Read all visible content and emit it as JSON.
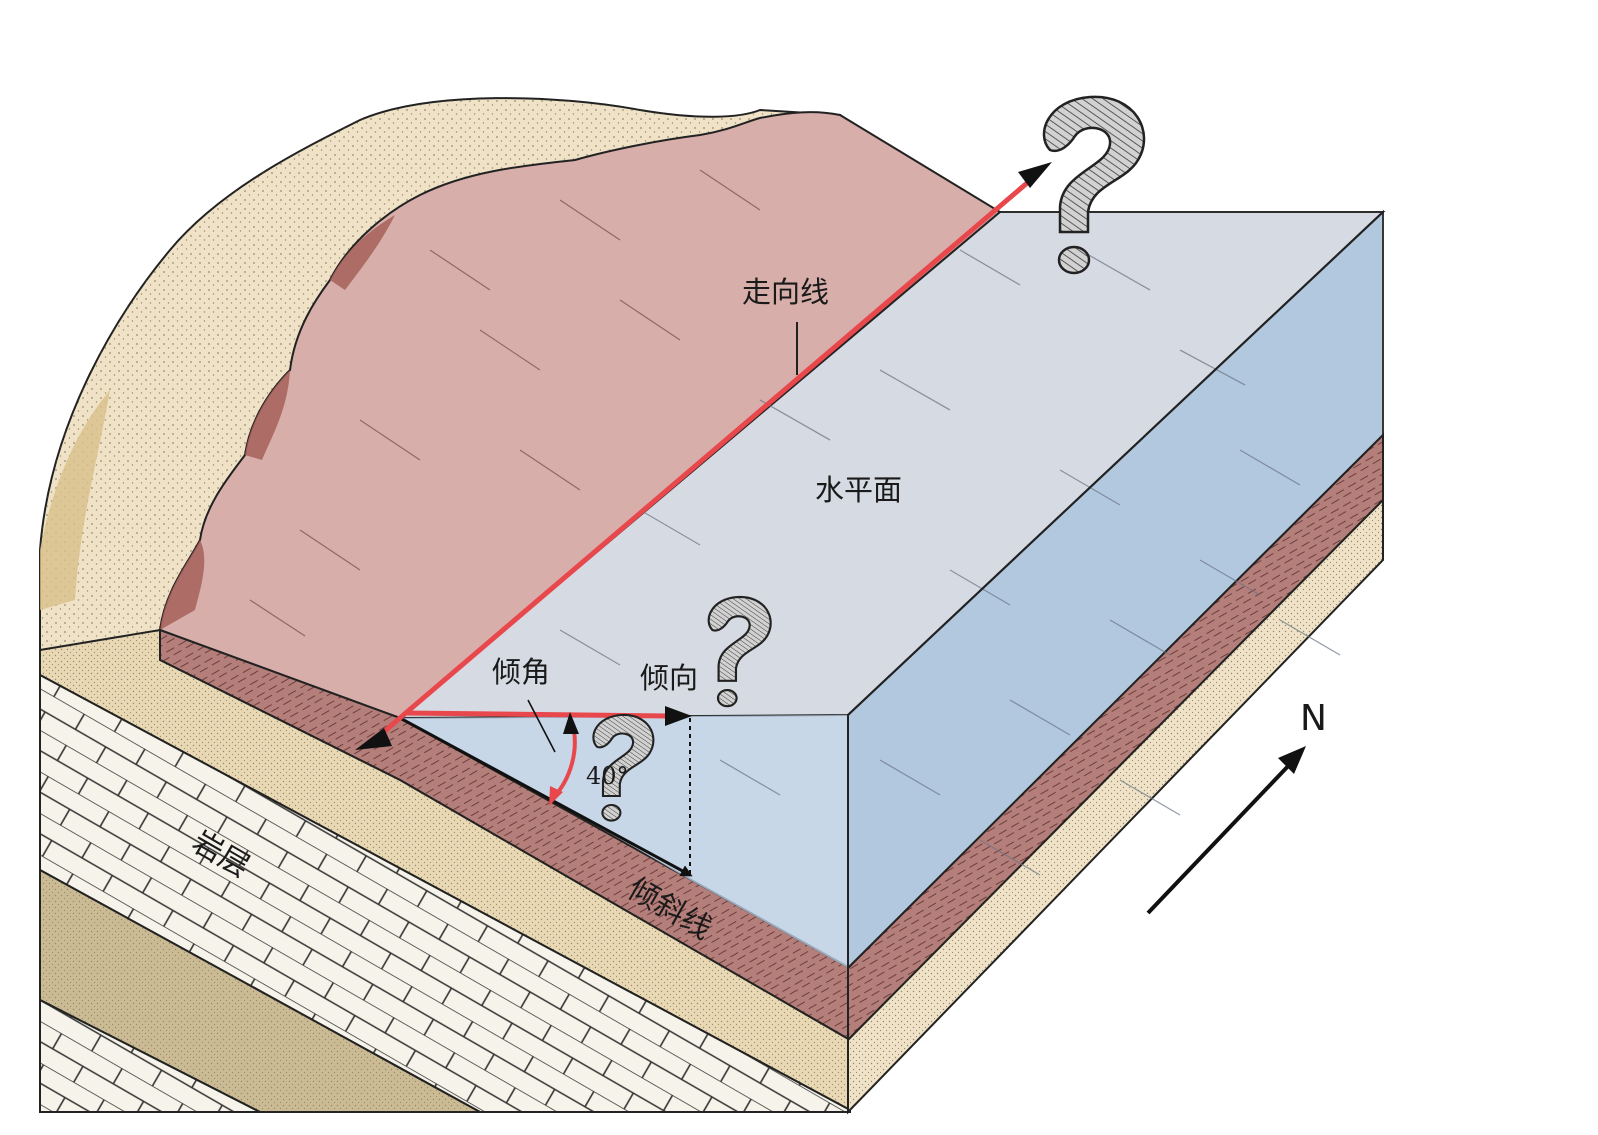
{
  "labels": {
    "strike_line": "走向线",
    "horizontal_plane": "水平面",
    "dip_angle": "倾角",
    "dip_direction": "倾向",
    "dip_line": "倾斜线",
    "rock_layer": "岩层",
    "angle_value": "40°",
    "north": "N"
  },
  "icons": {
    "question_marks": [
      "question-mark-icon",
      "question-mark-icon",
      "question-mark-icon"
    ],
    "north_arrow": "north-arrow-icon"
  },
  "colors": {
    "accent_red": "#e8474c",
    "water_top": "#d4d9e2",
    "water_side": "#aac3dc",
    "rock_pink": "#d7aeaa",
    "rock_dark": "#b47e7a",
    "sand": "#efe2c6",
    "sand_dark": "#e0cfa8",
    "limestone": "#f6f3ea",
    "olive": "#cabb94"
  }
}
